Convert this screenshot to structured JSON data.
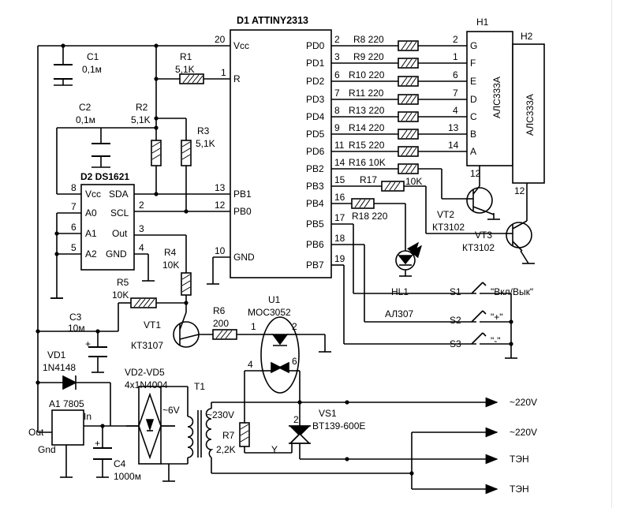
{
  "texts": {
    "d1": "D1 ATTINY2313",
    "d2": "D2 DS1621",
    "vcc_d1": "Vcc",
    "r_d1": "R",
    "gnd_d1": "GND",
    "pin20": "20",
    "pin1": "1",
    "pin13": "13",
    "pin12": "12",
    "pin10": "10",
    "pb1": "PB1",
    "pb0": "PB0",
    "pd0": "PD0",
    "pd1": "PD1",
    "pd2": "PD2",
    "pd3": "PD3",
    "pd4": "PD4",
    "pd5": "PD5",
    "pd6": "PD6",
    "pb2": "PB2",
    "pb3": "PB3",
    "pb4": "PB4",
    "pb5": "PB5",
    "pb6": "PB6",
    "pb7": "PB7",
    "p2": "2",
    "p3": "3",
    "p6": "6",
    "p7": "7",
    "p8": "8",
    "p9": "9",
    "p11": "11",
    "p14": "14",
    "p15": "15",
    "p16": "16",
    "p17": "17",
    "p18": "18",
    "p19": "19",
    "r8": "R8 220",
    "r9": "R9 220",
    "r10": "R10 220",
    "r11": "R11 220",
    "r13": "R13 220",
    "r14": "R14 220",
    "r15": "R15 220",
    "r16": "R16 10K",
    "r17": "R17",
    "r17v": "10K",
    "r18": "R18 220",
    "h1": "H1",
    "h2": "H2",
    "als1": "АЛС333А",
    "als2": "АЛС333А",
    "seg_g": "G",
    "seg_f": "F",
    "seg_e": "E",
    "seg_d": "D",
    "seg_c": "C",
    "seg_b": "B",
    "seg_a": "A",
    "h2n": "2",
    "h1n": "1",
    "h6n": "6",
    "h7n": "7",
    "h4n": "4",
    "h13n": "13",
    "h14n": "14",
    "h12n": "12",
    "h12b": "12",
    "vt2": "VT2",
    "vt2t": "КТ3102",
    "vt3": "VT3",
    "vt3t": "КТ3102",
    "hl1": "HL1",
    "al307": "АЛ307",
    "s1": "S1",
    "s1t": "\"Вкл/Вык\"",
    "s2": "S2",
    "s2t": "\"+\"",
    "s3": "S3",
    "s3t": "\"-\"",
    "c1": "C1",
    "c1v": "0,1м",
    "c2": "C2",
    "c2v": "0,1м",
    "r1": "R1",
    "r1v": "5,1K",
    "r2": "R2",
    "r2v": "5,1K",
    "r3": "R3",
    "r3v": "5,1K",
    "d2vcc": "Vcc",
    "d2sda": "SDA",
    "d2a0": "A0",
    "d2scl": "SCL",
    "d2a1": "A1",
    "d2out": "Out",
    "d2a2": "A2",
    "d2gnd": "GND",
    "d2p8": "8",
    "d2p7": "7",
    "d2p6": "6",
    "d2p5": "5",
    "d2p2": "2",
    "d2p3": "3",
    "d2p4": "4",
    "r4": "R4",
    "r4v": "10K",
    "r5": "R5",
    "r5v": "10K",
    "vt1": "VT1",
    "vt1t": "КТ3107",
    "r6": "R6",
    "r6v": "200",
    "c3": "C3",
    "c3v": "10м",
    "u1": "U1",
    "u1t": "MOC3052",
    "u1p1": "1",
    "u1p2": "2",
    "u1p4": "4",
    "u1p6": "6",
    "vd1": "VD1",
    "vd1t": "1N4148",
    "vd2": "VD2-VD5",
    "vd2t": "4x1N4004",
    "a1": "A1 7805",
    "a1in": "In",
    "a1out": "Out",
    "a1gnd": "Gnd",
    "c4": "C4",
    "c4v": "1000м",
    "t1": "T1",
    "v6": "~6V",
    "v230": "~230V",
    "r7": "R7",
    "r7v": "2,2K",
    "vs1": "VS1",
    "vs1t": "BT139-600E",
    "vs1p2": "2",
    "vs1y": "Y",
    "ac1": "~220V",
    "ac2": "~220V",
    "ten1": "ТЭН",
    "ten2": "ТЭН",
    "plus": "+"
  }
}
